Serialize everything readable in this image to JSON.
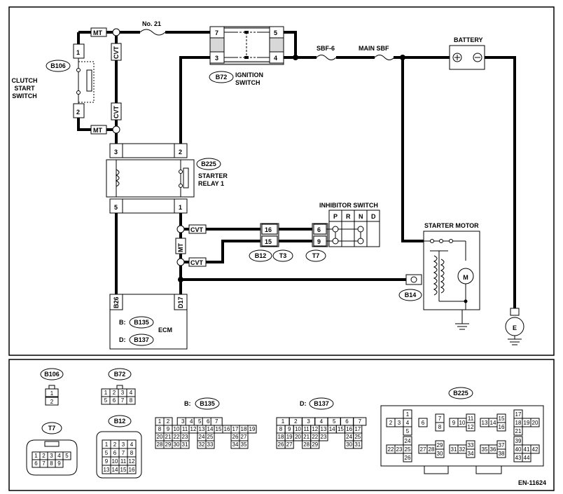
{
  "diagram_id": "EN-11624",
  "components": {
    "fuse21": "No. 21",
    "sbf6": "SBF-6",
    "main_sbf": "MAIN SBF",
    "battery": "BATTERY",
    "ignition_switch": [
      "IGNITION",
      "SWITCH"
    ],
    "clutch_switch": [
      "CLUTCH",
      "START",
      "SWITCH"
    ],
    "starter_relay": [
      "STARTER",
      "RELAY 1"
    ],
    "inhibitor_switch": "INHIBITOR SWITCH",
    "starter_motor": "STARTER MOTOR",
    "ecm": "ECM",
    "ground": "E"
  },
  "connector_ids": {
    "b106": "B106",
    "b72": "B72",
    "b225": "B225",
    "b12": "B12",
    "t3": "T3",
    "t7": "T7",
    "b14": "B14",
    "b135": "B135",
    "b137": "B137"
  },
  "tags": {
    "mt": "MT",
    "cvt": "CVT"
  },
  "ecm_labels": {
    "b": "B:",
    "d": "D:",
    "pin_b26": "B26",
    "pin_d17": "D17"
  },
  "inhibitor_headers": [
    "P",
    "R",
    "N",
    "D"
  ],
  "pins": {
    "ign7": "7",
    "ign3": "3",
    "ign5": "5",
    "ign4": "4",
    "clutch1": "1",
    "clutch2": "2",
    "relay3": "3",
    "relay2": "2",
    "relay5": "5",
    "relay1": "1",
    "b12_16": "16",
    "b12_15": "15",
    "t7_6": "6",
    "t7_9": "9"
  },
  "legend": {
    "b106": {
      "id": "B106",
      "rows": [
        [
          "1"
        ],
        [
          "2"
        ]
      ]
    },
    "b72": {
      "id": "B72",
      "rows": [
        [
          "1",
          "2",
          "3",
          "4"
        ],
        [
          "5",
          "6",
          "7",
          "8"
        ]
      ]
    },
    "t7": {
      "id": "T7",
      "rows": [
        [
          "1",
          "2",
          "3",
          "4",
          "5"
        ],
        [
          "6",
          "7",
          "8",
          "9"
        ]
      ]
    },
    "b12": {
      "id": "B12",
      "rows": [
        [
          "1",
          "2",
          "3",
          "4"
        ],
        [
          "5",
          "6",
          "7",
          "8"
        ],
        [
          "9",
          "10",
          "11",
          "12"
        ],
        [
          "13",
          "14",
          "15",
          "16"
        ]
      ]
    },
    "b135": {
      "prefix": "B:",
      "id": "B135",
      "rows": [
        [
          "1",
          "2",
          "",
          "3",
          "4",
          "5",
          "6",
          "7"
        ],
        [
          "8",
          "9",
          "10",
          "11",
          "12",
          "13",
          "14",
          "15",
          "16",
          "17",
          "18",
          "19"
        ],
        [
          "20",
          "21",
          "22",
          "23",
          "",
          "24",
          "25",
          "",
          "26",
          "27"
        ],
        [
          "28",
          "29",
          "30",
          "31",
          "",
          "32",
          "33",
          "",
          "34",
          "35"
        ]
      ]
    },
    "b137": {
      "prefix": "D:",
      "id": "B137",
      "rows": [
        [
          "1",
          "2",
          "3",
          "4",
          "5",
          "6",
          "7"
        ],
        [
          "8",
          "9",
          "10",
          "11",
          "12",
          "13",
          "14",
          "15",
          "16",
          "17"
        ],
        [
          "18",
          "19",
          "20",
          "21",
          "22",
          "23",
          "24",
          "25"
        ],
        [
          "26",
          "27",
          "28",
          "29",
          "30",
          "31"
        ]
      ]
    },
    "b225": {
      "id": "B225",
      "pins": [
        "1",
        "2",
        "3",
        "4",
        "5",
        "6",
        "7",
        "8",
        "9",
        "10",
        "11",
        "12",
        "13",
        "14",
        "15",
        "16",
        "17",
        "18",
        "19",
        "20",
        "21",
        "22",
        "23",
        "24",
        "25",
        "26",
        "27",
        "28",
        "29",
        "30",
        "31",
        "32",
        "33",
        "34",
        "35",
        "36",
        "37",
        "38",
        "39",
        "40",
        "41",
        "42",
        "43",
        "44"
      ]
    }
  }
}
